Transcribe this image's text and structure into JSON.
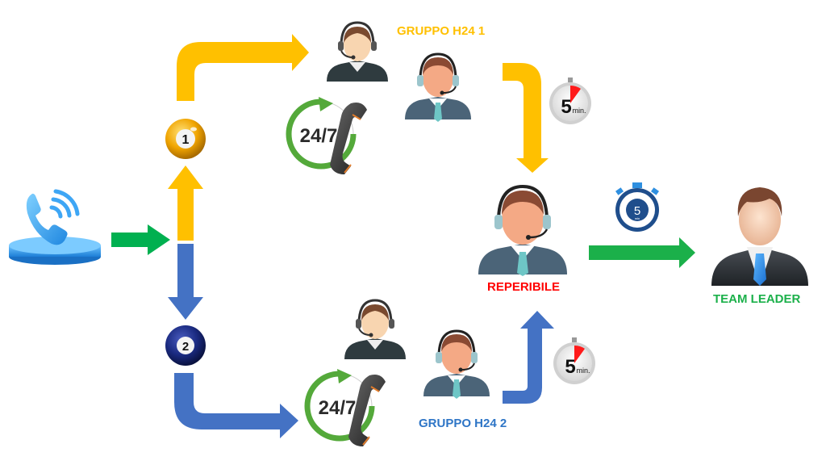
{
  "diagram": {
    "title": "Call escalation flow",
    "colors": {
      "group1": "#ffc000",
      "group2": "#4472c4",
      "flow": "#00b050",
      "reperibile": "#ff0000",
      "team_leader": "#1bb04a",
      "group2_label": "#2e75c6"
    },
    "nodes": {
      "incoming_call": {
        "icon": "phone-ringing-icon"
      },
      "branch_1": {
        "badge": "1",
        "icon": "billiard-ball-1-icon"
      },
      "branch_2": {
        "badge": "2",
        "icon": "billiard-ball-2-icon"
      },
      "group1": {
        "label": "GRUPPO H24 1",
        "service_badge": "24/7",
        "operators": [
          "female-operator-icon",
          "male-operator-icon"
        ],
        "timer": {
          "value": "5",
          "unit": "min."
        }
      },
      "group2": {
        "label": "GRUPPO H24 2",
        "service_badge": "24/7",
        "operators": [
          "female-operator-icon",
          "male-operator-icon"
        ],
        "timer": {
          "value": "5",
          "unit": "min."
        }
      },
      "reperibile": {
        "label": "REPERIBILE",
        "icon": "on-call-operator-icon"
      },
      "escalation_timer": {
        "value": "5",
        "unit": "min"
      },
      "team_leader": {
        "label": "TEAM LEADER",
        "icon": "businessman-icon"
      }
    },
    "edges": [
      {
        "from": "incoming_call",
        "to": "branch_split",
        "color": "flow"
      },
      {
        "from": "branch_split",
        "to": "branch_1",
        "color": "group1"
      },
      {
        "from": "branch_split",
        "to": "branch_2",
        "color": "group2"
      },
      {
        "from": "branch_1",
        "to": "group1",
        "color": "group1"
      },
      {
        "from": "branch_2",
        "to": "group2",
        "color": "group2"
      },
      {
        "from": "group1",
        "to": "reperibile",
        "color": "group1",
        "after": "5 min."
      },
      {
        "from": "group2",
        "to": "reperibile",
        "color": "group2",
        "after": "5 min."
      },
      {
        "from": "reperibile",
        "to": "team_leader",
        "color": "flow",
        "after": "5 min"
      }
    ]
  }
}
